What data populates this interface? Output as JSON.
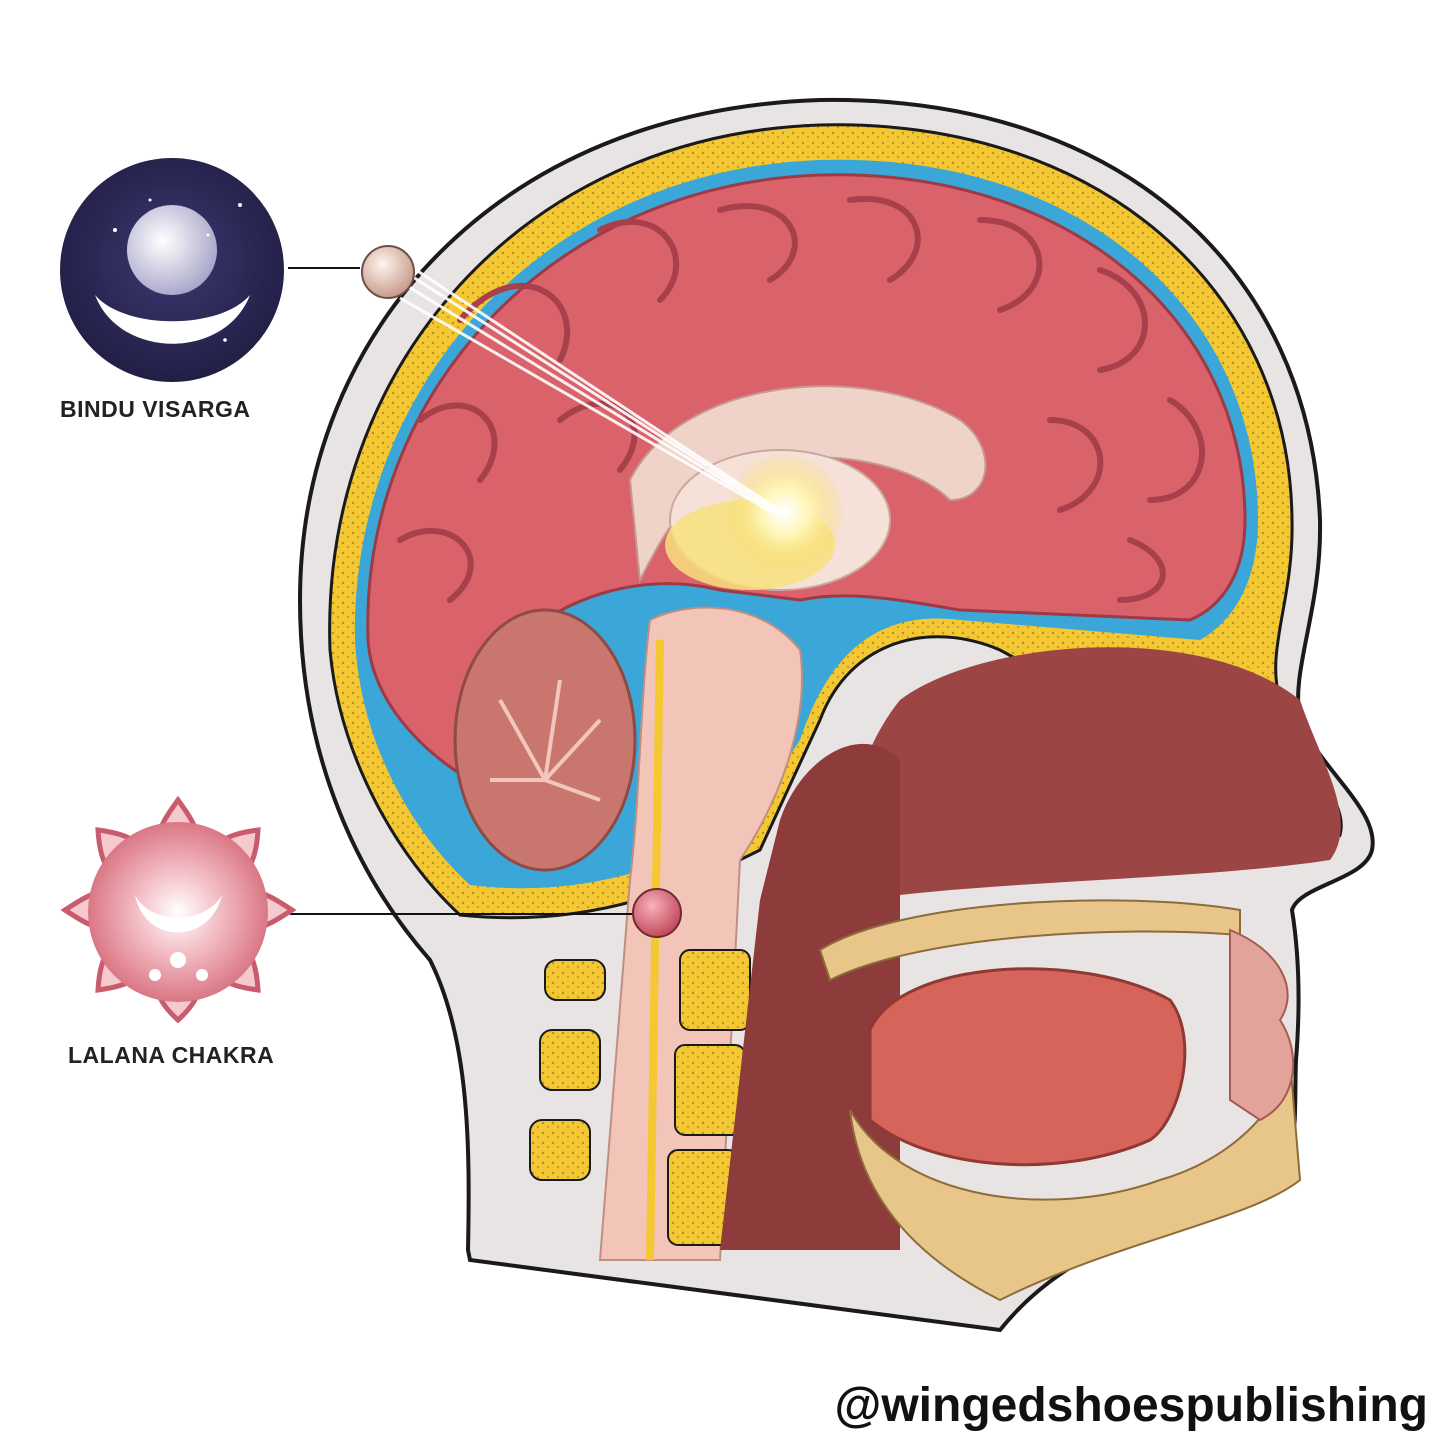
{
  "labels": {
    "bindu": "BINDU VISARGA",
    "lalana": "LALANA CHAKRA"
  },
  "watermark": "@wingedshoespublishing",
  "colors": {
    "skull_bone": "#f2c530",
    "brain": "#d9626b",
    "brain_dark": "#b7434d",
    "csf": "#3aa7d8",
    "soft_tissue": "#8e3b3b",
    "skin_outline": "#1a1a1a",
    "bindu_emblem": "#2e2a55",
    "lalana_emblem": "#d9737f"
  },
  "icons": [
    "crescent-moon-icon",
    "lotus-icon"
  ]
}
